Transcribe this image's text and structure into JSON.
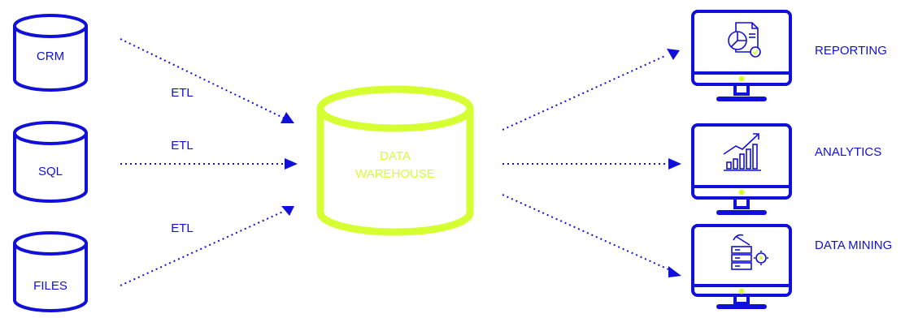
{
  "colors": {
    "primary": "#1010d8",
    "accent": "#d6ff33",
    "background": "#ffffff"
  },
  "sources": [
    {
      "label": "CRM",
      "icon": "database-icon"
    },
    {
      "label": "SQL",
      "icon": "database-icon"
    },
    {
      "label": "FILES",
      "icon": "database-icon"
    }
  ],
  "etl_labels": [
    "ETL",
    "ETL",
    "ETL"
  ],
  "warehouse": {
    "line1": "DATA",
    "line2": "WAREHOUSE",
    "icon": "database-icon"
  },
  "outputs": [
    {
      "label": "REPORTING",
      "icon": "report-document-icon"
    },
    {
      "label": "ANALYTICS",
      "icon": "bar-chart-growth-icon"
    },
    {
      "label": "DATA MINING",
      "icon": "data-mining-server-icon"
    }
  ]
}
